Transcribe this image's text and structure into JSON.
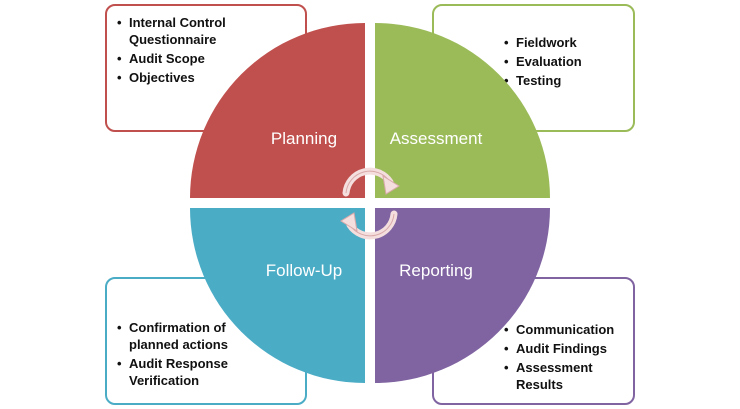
{
  "quadrants": {
    "planning": {
      "label": "Planning",
      "color": "#c0504d",
      "items": [
        "Internal Control Questionnaire",
        "Audit Scope",
        "Objectives"
      ]
    },
    "assessment": {
      "label": "Assessment",
      "color": "#9bbb59",
      "items": [
        "Fieldwork",
        "Evaluation",
        "Testing"
      ]
    },
    "followup": {
      "label": "Follow-Up",
      "color": "#4bacc6",
      "items": [
        "Confirmation of planned actions",
        "Audit Response Verification"
      ]
    },
    "reporting": {
      "label": "Reporting",
      "color": "#8064a2",
      "items": [
        "Communication",
        "Audit Findings",
        "Assessment Results"
      ]
    }
  },
  "center": {
    "arrows": "circular-arrows-icon"
  }
}
